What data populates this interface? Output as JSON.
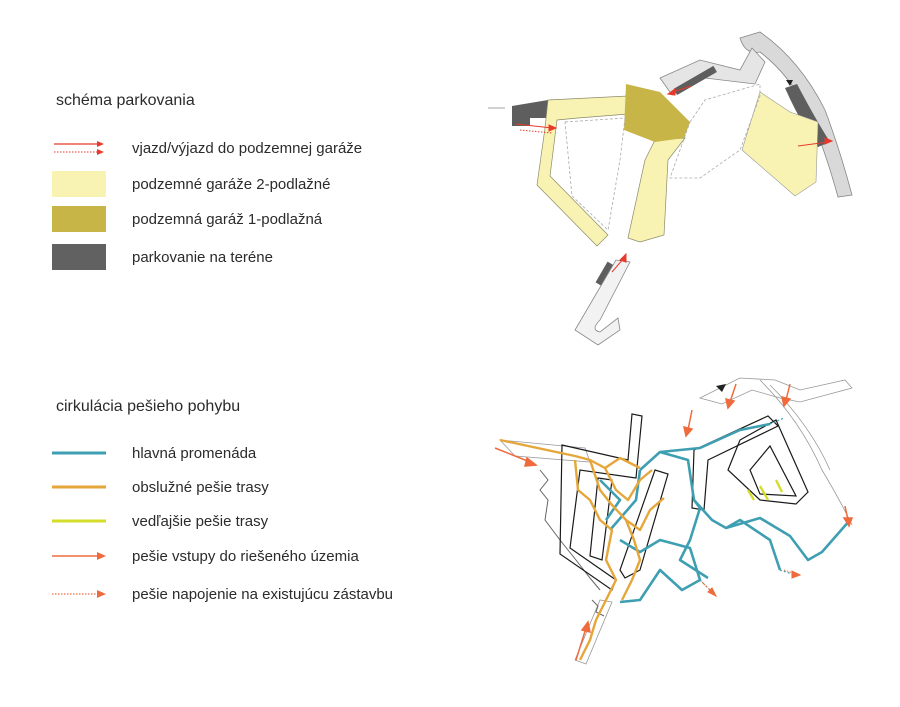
{
  "parking": {
    "title": "schéma parkovania",
    "legend": [
      {
        "label": "vjazd/výjazd do podzemnej garáže",
        "kind": "arrow-red",
        "color": "#e83a2c"
      },
      {
        "label": "podzemné garáže 2-podlažné",
        "kind": "swatch",
        "color": "#f8f3b2"
      },
      {
        "label": "podzemná garáž 1-podlažná",
        "kind": "swatch",
        "color": "#c8b548"
      },
      {
        "label": "parkovanie na teréne",
        "kind": "swatch",
        "color": "#616161"
      }
    ]
  },
  "pedestrian": {
    "title": "cirkulácia pešieho pohybu",
    "legend": [
      {
        "label": "hlavná promenáda",
        "kind": "line",
        "color": "#3f9fb2"
      },
      {
        "label": "obslužné pešie trasy",
        "kind": "line",
        "color": "#e5a63a"
      },
      {
        "label": "vedľajšie pešie trasy",
        "kind": "line",
        "color": "#d3dd2a"
      },
      {
        "label": "pešie vstupy do riešeného územia",
        "kind": "arrow-solid",
        "color": "#ef6b3d"
      },
      {
        "label": "pešie napojenie na existujúcu zástavbu",
        "kind": "arrow-dotted",
        "color": "#ef6b3d"
      }
    ]
  }
}
